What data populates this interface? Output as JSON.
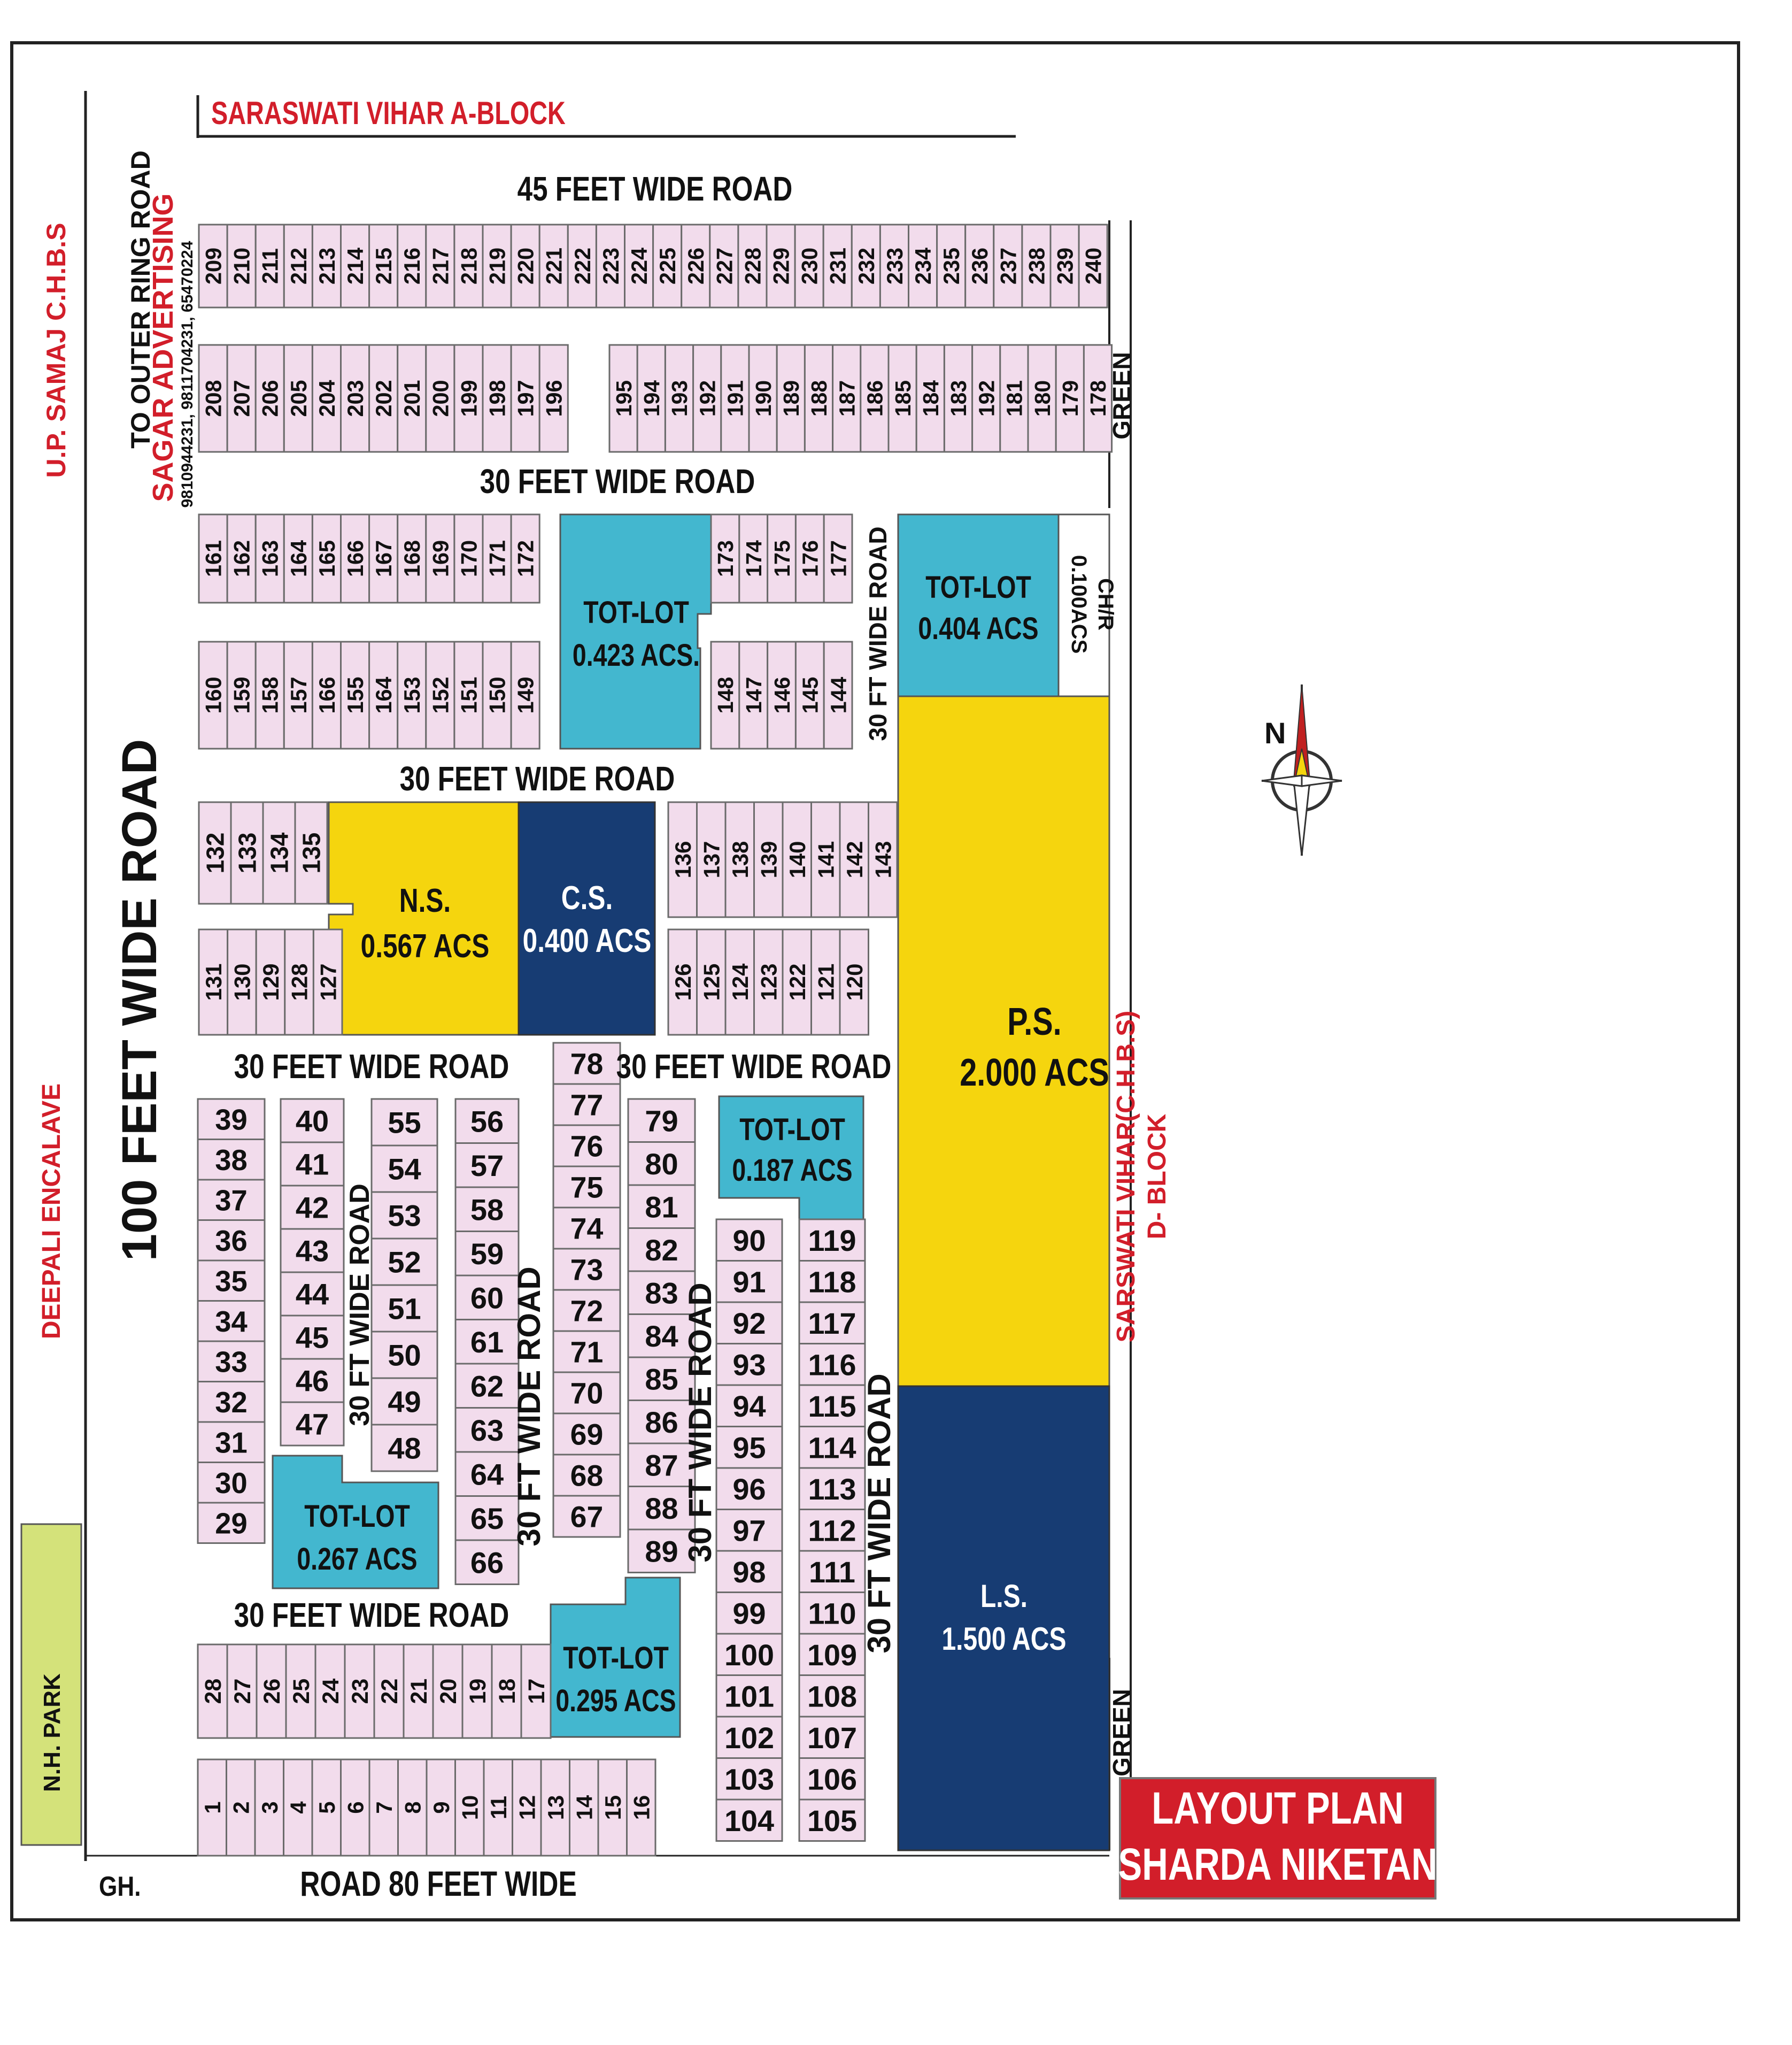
{
  "title": {
    "line1": "LAYOUT PLAN",
    "line2": "SHARDA NIKETAN"
  },
  "neighbours": {
    "top": "SARASWATI VIHAR A-BLOCK",
    "left_outer": "U.P. SAMAJ C.H.B.S",
    "left_lower": "DEEPALI ENCALAVE",
    "right_line1": "SARSWATI VIHAR(C.H.B.S)",
    "right_line2": "D- BLOCK",
    "park": "N.H. PARK",
    "gh": "GH."
  },
  "advert": {
    "name": "SAGAR ADVERTISING",
    "phones": "9810944231, 9811704231, 65470224"
  },
  "roads": {
    "top": "45 FEET WIDE ROAD",
    "upper": "30 FEET WIDE ROAD",
    "middle": "30 FEET WIDE ROAD",
    "lower_left": "30 FEET WIDE ROAD",
    "lower_right": "30 FEET WIDE ROAD",
    "bottom_inner": "30 FEET WIDE ROAD",
    "bottom": "ROAD 80 FEET WIDE",
    "left_main": "100 FEET WIDE ROAD",
    "outer_ring": "TO OUTER RING ROAD",
    "v_30ft": "30 FT WIDE ROAD"
  },
  "green": "GREEN",
  "compass": "N",
  "amenities": {
    "totlot_a": {
      "name": "TOT-LOT",
      "area": "0.423 ACS."
    },
    "totlot_b": {
      "name": "TOT-LOT",
      "area": "0.404 ACS"
    },
    "chr": {
      "name": "CH/R",
      "area": "0.100ACS"
    },
    "ns": {
      "name": "N.S.",
      "area": "0.567 ACS"
    },
    "cs": {
      "name": "C.S.",
      "area": "0.400 ACS"
    },
    "ps": {
      "name": "P.S.",
      "area": "2.000 ACS"
    },
    "ls": {
      "name": "L.S.",
      "area": "1.500 ACS"
    },
    "totlot_c": {
      "name": "TOT-LOT",
      "area": "0.187 ACS"
    },
    "totlot_d": {
      "name": "TOT-LOT",
      "area": "0.267 ACS"
    },
    "totlot_e": {
      "name": "TOT-LOT",
      "area": "0.295 ACS"
    }
  },
  "colors": {
    "plot": "#f2dcec",
    "plot_border": "#6b6b6b",
    "totlot": "#43b7cf",
    "school_yellow": "#f5d50e",
    "navy": "#173c73",
    "park_green": "#d4e27a",
    "title_red": "#d21e2a",
    "label_red": "#d21e2a"
  },
  "plots": {
    "row_209_240": [
      "209",
      "210",
      "211",
      "212",
      "213",
      "214",
      "215",
      "216",
      "217",
      "218",
      "219",
      "220",
      "221",
      "222",
      "223",
      "224",
      "225",
      "226",
      "227",
      "228",
      "229",
      "230",
      "231",
      "232",
      "233",
      "234",
      "235",
      "236",
      "237",
      "238",
      "239",
      "240"
    ],
    "row_208_196": [
      "208",
      "207",
      "206",
      "205",
      "204",
      "203",
      "202",
      "201",
      "200",
      "199",
      "198",
      "197",
      "196"
    ],
    "row_195_178": [
      "195",
      "194",
      "193",
      "192",
      "191",
      "190",
      "189",
      "188",
      "187",
      "186",
      "185",
      "184",
      "183",
      "192",
      "181",
      "180",
      "179",
      "178"
    ],
    "row_161_172": [
      "161",
      "162",
      "163",
      "164",
      "165",
      "166",
      "167",
      "168",
      "169",
      "170",
      "171",
      "172"
    ],
    "row_173_177": [
      "173",
      "174",
      "175",
      "176",
      "177"
    ],
    "row_160_149": [
      "160",
      "159",
      "158",
      "157",
      "166",
      "155",
      "164",
      "153",
      "152",
      "151",
      "150",
      "149"
    ],
    "row_148_144": [
      "148",
      "147",
      "146",
      "145",
      "144"
    ],
    "row_132_135": [
      "132",
      "133",
      "134",
      "135"
    ],
    "row_131_127": [
      "131",
      "130",
      "129",
      "128",
      "127"
    ],
    "row_136_143": [
      "136",
      "137",
      "138",
      "139",
      "140",
      "141",
      "142",
      "143"
    ],
    "row_126_120": [
      "126",
      "125",
      "124",
      "123",
      "122",
      "121",
      "120"
    ],
    "col_39_29": [
      "39",
      "38",
      "37",
      "36",
      "35",
      "34",
      "33",
      "32",
      "31",
      "30",
      "29"
    ],
    "col_40_47": [
      "40",
      "41",
      "42",
      "43",
      "44",
      "45",
      "46",
      "47"
    ],
    "col_55_48": [
      "55",
      "54",
      "53",
      "52",
      "51",
      "50",
      "49",
      "48"
    ],
    "col_56_66": [
      "56",
      "57",
      "58",
      "59",
      "60",
      "61",
      "62",
      "63",
      "64",
      "65",
      "66"
    ],
    "col_78_67": [
      "78",
      "77",
      "76",
      "75",
      "74",
      "73",
      "72",
      "71",
      "70",
      "69",
      "68",
      "67"
    ],
    "col_79_89": [
      "79",
      "80",
      "81",
      "82",
      "83",
      "84",
      "85",
      "86",
      "87",
      "88",
      "89"
    ],
    "col_90_104": [
      "90",
      "91",
      "92",
      "93",
      "94",
      "95",
      "96",
      "97",
      "98",
      "99",
      "100",
      "101",
      "102",
      "103",
      "104"
    ],
    "col_119_105": [
      "119",
      "118",
      "117",
      "116",
      "115",
      "114",
      "113",
      "112",
      "111",
      "110",
      "109",
      "108",
      "107",
      "106",
      "105"
    ],
    "row_28_17": [
      "28",
      "27",
      "26",
      "25",
      "24",
      "23",
      "22",
      "21",
      "20",
      "19",
      "18",
      "17"
    ],
    "row_1_16": [
      "1",
      "2",
      "3",
      "4",
      "5",
      "6",
      "7",
      "8",
      "9",
      "10",
      "11",
      "12",
      "13",
      "14",
      "15",
      "16"
    ]
  }
}
